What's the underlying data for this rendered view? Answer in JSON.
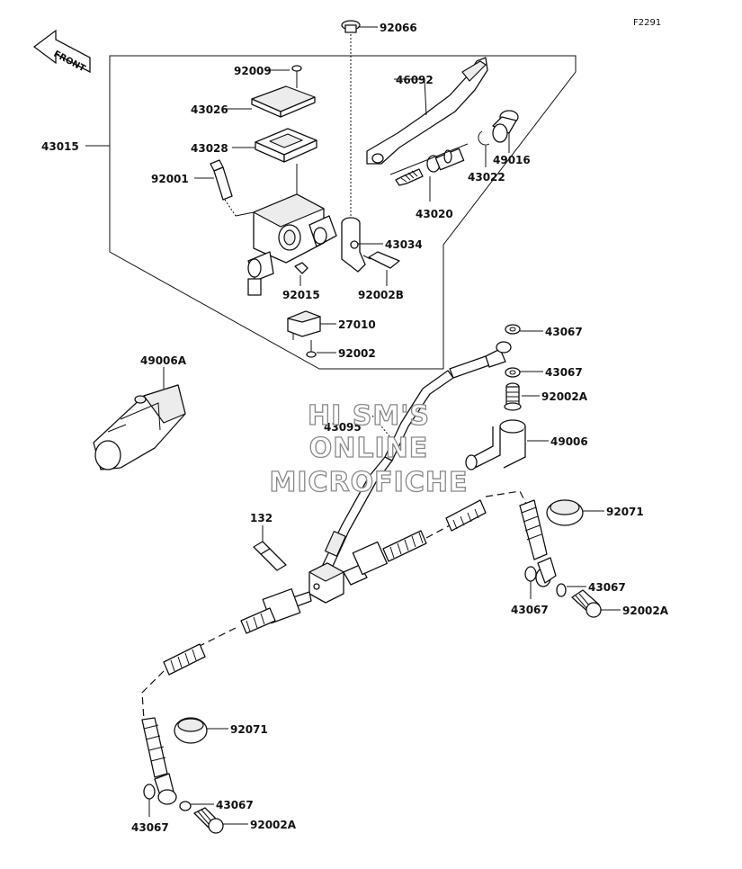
{
  "diagram_code": "F2291",
  "front_label": "FRONT",
  "watermark": [
    "HI SM'S",
    "ONLINE",
    "MICROFICHE"
  ],
  "parts": {
    "p92066": "92066",
    "p92009": "92009",
    "p46092": "46092",
    "p43026": "43026",
    "p43028": "43028",
    "p43015": "43015",
    "p92001": "92001",
    "p49016": "49016",
    "p43022": "43022",
    "p43020": "43020",
    "p43034": "43034",
    "p92015": "92015",
    "p92002B": "92002B",
    "p27010": "27010",
    "p92002": "92002",
    "p49006A": "49006A",
    "p43067a": "43067",
    "p43067b": "43067",
    "p92002Aa": "92002A",
    "p43095": "43095",
    "p49006": "49006",
    "p92071a": "92071",
    "p132": "132",
    "p43067c": "43067",
    "p43067d": "43067",
    "p92002Ab": "92002A",
    "p92071b": "92071",
    "p43067e": "43067",
    "p43067f": "43067",
    "p92002Ac": "92002A"
  }
}
